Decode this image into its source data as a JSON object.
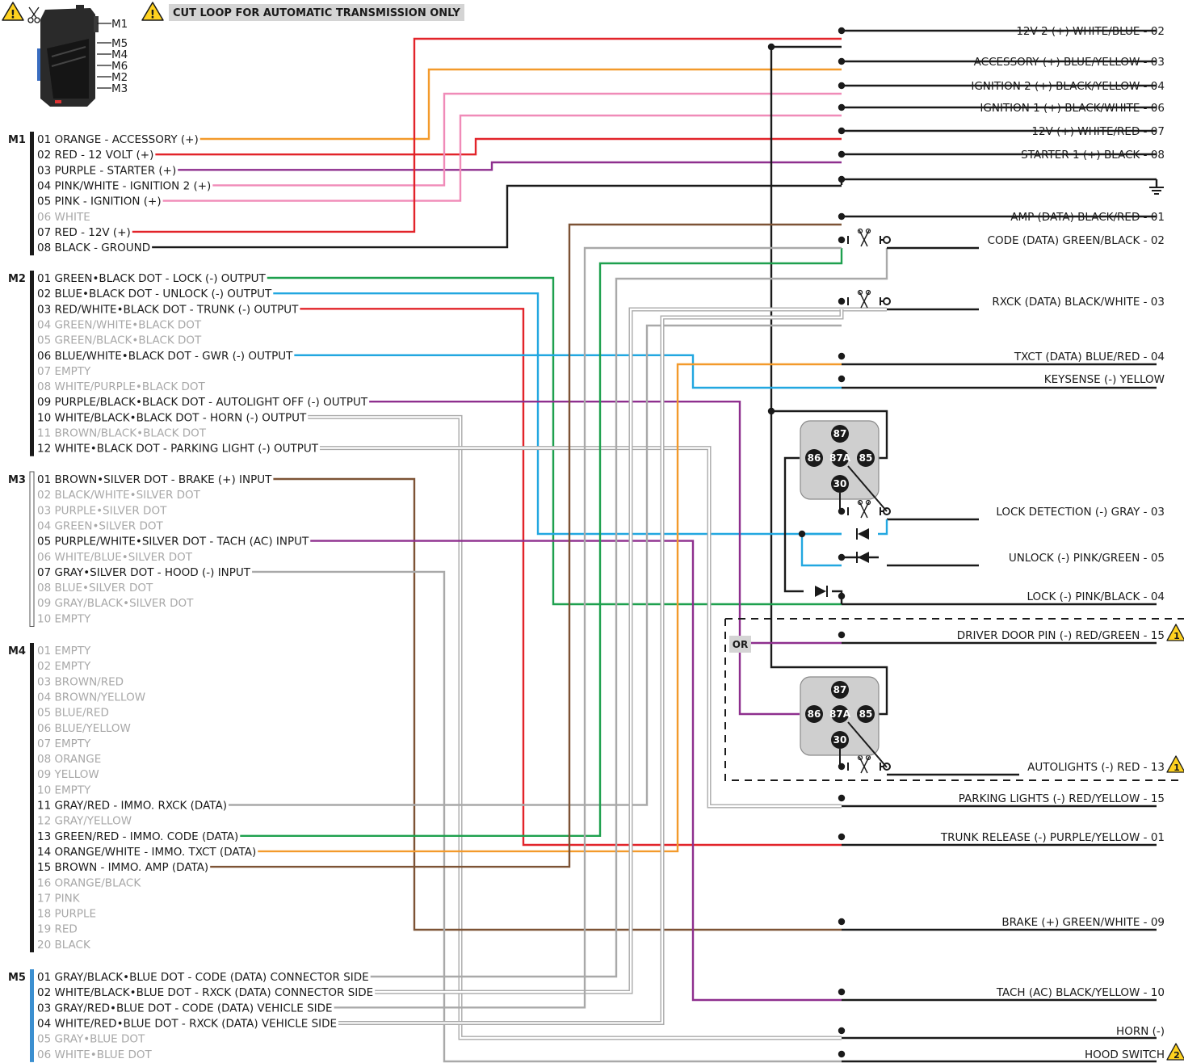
{
  "header_note": "CUT LOOP FOR AUTOMATIC TRANSMISSION ONLY",
  "module_ports": [
    "M1",
    "M5",
    "M4",
    "M6",
    "M2",
    "M3"
  ],
  "colors": {
    "orange": "#f39a2b",
    "red": "#e2242a",
    "purple": "#8e2f8e",
    "pink": "#f08bb8",
    "black": "#1a1a1a",
    "green": "#1ea04e",
    "blue": "#22a7e0",
    "gray": "#a9a9a9",
    "brown": "#7d5335",
    "m5_bar": "#3b8fd0"
  },
  "groups": [
    {
      "id": "M1",
      "pins": [
        {
          "t": "01 ORANGE - ACCESSORY (+)",
          "a": true
        },
        {
          "t": "02 RED - 12 VOLT (+)",
          "a": true
        },
        {
          "t": "03 PURPLE - STARTER (+)",
          "a": true
        },
        {
          "t": "04 PINK/WHITE - IGNITION 2 (+)",
          "a": true
        },
        {
          "t": "05 PINK - IGNITION (+)",
          "a": true
        },
        {
          "t": "06 WHITE",
          "a": false
        },
        {
          "t": "07 RED - 12V (+)",
          "a": true
        },
        {
          "t": "08 BLACK - GROUND",
          "a": true
        }
      ]
    },
    {
      "id": "M2",
      "pins": [
        {
          "t": "01 GREEN•BLACK DOT - LOCK (-) OUTPUT",
          "a": true
        },
        {
          "t": "02 BLUE•BLACK DOT - UNLOCK (-) OUTPUT",
          "a": true
        },
        {
          "t": "03 RED/WHITE•BLACK DOT - TRUNK (-) OUTPUT",
          "a": true
        },
        {
          "t": "04 GREEN/WHITE•BLACK DOT",
          "a": false
        },
        {
          "t": "05 GREEN/BLACK•BLACK DOT",
          "a": false
        },
        {
          "t": "06 BLUE/WHITE•BLACK DOT - GWR (-) OUTPUT",
          "a": true
        },
        {
          "t": "07 EMPTY",
          "a": false
        },
        {
          "t": "08 WHITE/PURPLE•BLACK DOT",
          "a": false
        },
        {
          "t": "09 PURPLE/BLACK•BLACK DOT - AUTOLIGHT OFF (-) OUTPUT",
          "a": true
        },
        {
          "t": "10 WHITE/BLACK•BLACK DOT - HORN (-) OUTPUT",
          "a": true
        },
        {
          "t": "11 BROWN/BLACK•BLACK DOT",
          "a": false
        },
        {
          "t": "12 WHITE•BLACK DOT - PARKING LIGHT (-) OUTPUT",
          "a": true
        }
      ]
    },
    {
      "id": "M3",
      "pins": [
        {
          "t": "01 BROWN•SILVER DOT - BRAKE (+) INPUT",
          "a": true
        },
        {
          "t": "02 BLACK/WHITE•SILVER DOT",
          "a": false
        },
        {
          "t": "03 PURPLE•SILVER DOT",
          "a": false
        },
        {
          "t": "04 GREEN•SILVER DOT",
          "a": false
        },
        {
          "t": "05 PURPLE/WHITE•SILVER DOT - TACH (AC) INPUT",
          "a": true
        },
        {
          "t": "06 WHITE/BLUE•SILVER DOT",
          "a": false
        },
        {
          "t": "07 GRAY•SILVER DOT - HOOD (-) INPUT",
          "a": true
        },
        {
          "t": "08 BLUE•SILVER DOT",
          "a": false
        },
        {
          "t": "09 GRAY/BLACK•SILVER DOT",
          "a": false
        },
        {
          "t": "10 EMPTY",
          "a": false
        }
      ]
    },
    {
      "id": "M4",
      "pins": [
        {
          "t": "01 EMPTY",
          "a": false
        },
        {
          "t": "02 EMPTY",
          "a": false
        },
        {
          "t": "03 BROWN/RED",
          "a": false
        },
        {
          "t": "04 BROWN/YELLOW",
          "a": false
        },
        {
          "t": "05 BLUE/RED",
          "a": false
        },
        {
          "t": "06 BLUE/YELLOW",
          "a": false
        },
        {
          "t": "07 EMPTY",
          "a": false
        },
        {
          "t": "08 ORANGE",
          "a": false
        },
        {
          "t": "09 YELLOW",
          "a": false
        },
        {
          "t": "10 EMPTY",
          "a": false
        },
        {
          "t": "11 GRAY/RED - IMMO. RXCK (DATA)",
          "a": true
        },
        {
          "t": "12 GRAY/YELLOW",
          "a": false
        },
        {
          "t": "13 GREEN/RED - IMMO. CODE (DATA)",
          "a": true
        },
        {
          "t": "14 ORANGE/WHITE - IMMO. TXCT (DATA)",
          "a": true
        },
        {
          "t": "15 BROWN - IMMO. AMP (DATA)",
          "a": true
        },
        {
          "t": "16 ORANGE/BLACK",
          "a": false
        },
        {
          "t": "17 PINK",
          "a": false
        },
        {
          "t": "18 PURPLE",
          "a": false
        },
        {
          "t": "19 RED",
          "a": false
        },
        {
          "t": "20 BLACK",
          "a": false
        }
      ]
    },
    {
      "id": "M5",
      "pins": [
        {
          "t": "01 GRAY/BLACK•BLUE DOT - CODE (DATA) CONNECTOR SIDE",
          "a": true
        },
        {
          "t": "02 WHITE/BLACK•BLUE DOT - RXCK (DATA) CONNECTOR SIDE",
          "a": true
        },
        {
          "t": "03 GRAY/RED•BLUE DOT - CODE (DATA) VEHICLE SIDE",
          "a": true
        },
        {
          "t": "04 WHITE/RED•BLUE DOT - RXCK (DATA) VEHICLE SIDE",
          "a": true
        },
        {
          "t": "05 GRAY•BLUE DOT",
          "a": false
        },
        {
          "t": "06 WHITE•BLUE DOT",
          "a": false
        }
      ]
    }
  ],
  "vehicle": [
    "12V 2 (+) WHITE/BLUE - 02",
    "ACCESSORY (+) BLUE/YELLOW - 03",
    "IGNITION 2 (+) BLACK/YELLOW - 04",
    "IGNITION 1 (+) BLACK/WHITE - 06",
    "12V (+) WHITE/RED - 07",
    "STARTER 1 (+) BLACK - 08",
    "AMP (DATA) BLACK/RED - 01",
    "CODE (DATA) GREEN/BLACK - 02",
    "RXCK (DATA) BLACK/WHITE - 03",
    "TXCT (DATA) BLUE/RED - 04",
    "KEYSENSE (-) YELLOW",
    "LOCK DETECTION (-) GRAY - 03",
    "UNLOCK (-) PINK/GREEN - 05",
    "LOCK (-) PINK/BLACK - 04",
    "DRIVER DOOR PIN (-) RED/GREEN - 15",
    "AUTOLIGHTS (-) RED - 13",
    "PARKING LIGHTS (-) RED/YELLOW - 15",
    "TRUNK RELEASE (-) PURPLE/YELLOW - 01",
    "BRAKE (+) GREEN/WHITE - 09",
    "TACH (AC) BLACK/YELLOW - 10",
    "HORN (-)",
    "HOOD SWITCH"
  ],
  "or_label": "OR",
  "relay_pins": [
    "87",
    "86",
    "87A",
    "85",
    "30"
  ],
  "warn_marks": [
    "1",
    "1",
    "2"
  ]
}
